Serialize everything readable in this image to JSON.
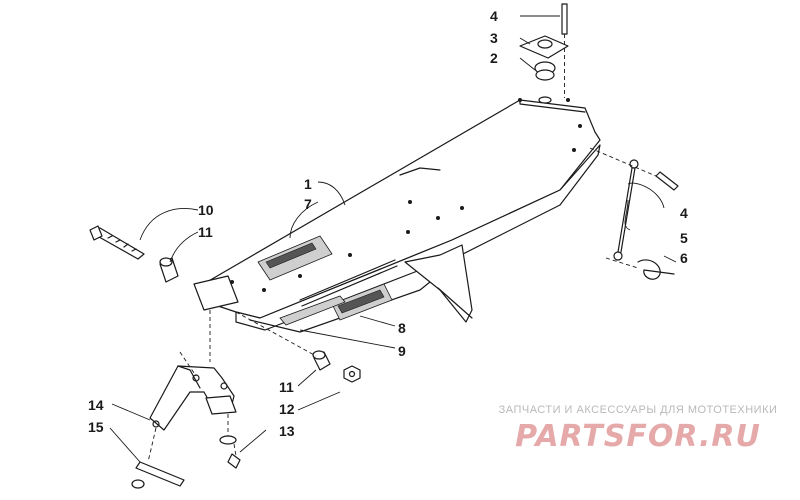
{
  "callouts": {
    "c1": "1",
    "c2": "2",
    "c3": "3",
    "c4a": "4",
    "c4b": "4",
    "c5": "5",
    "c6": "6",
    "c7": "7",
    "c8": "8",
    "c9": "9",
    "c10": "10",
    "c11a": "11",
    "c11b": "11",
    "c12": "12",
    "c13": "13",
    "c14": "14",
    "c15": "15"
  },
  "watermark": {
    "caption": "ЗАПЧАСТИ И АКСЕССУАРЫ ДЛЯ МОТОТЕХНИКИ",
    "logo": "PARTSFOR.RU"
  },
  "colors": {
    "line": "#1a1a1a",
    "watermark_logo": "#e6a9a9",
    "watermark_caption": "#b9b9b9"
  }
}
